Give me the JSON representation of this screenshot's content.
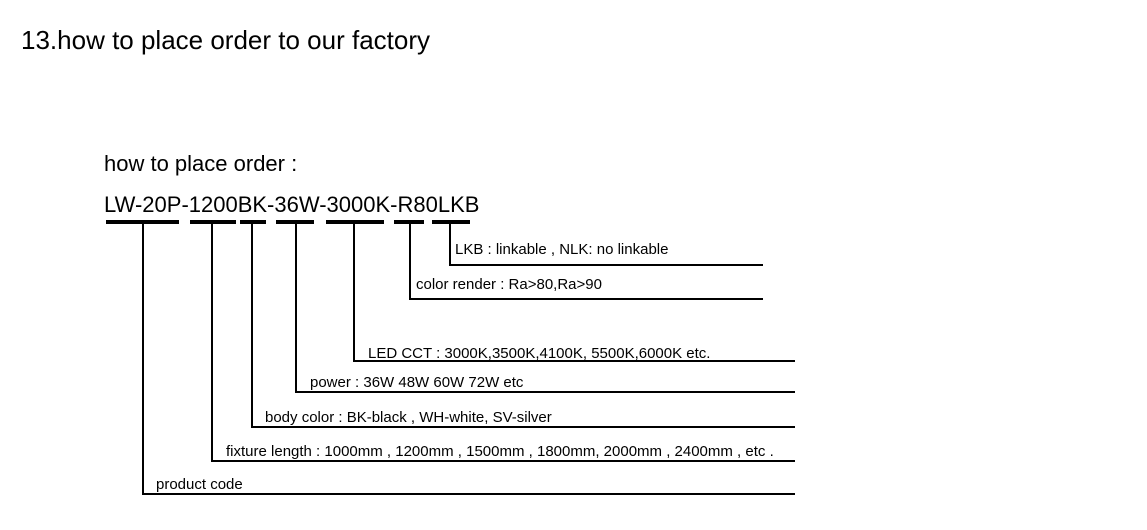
{
  "heading": "13.how to place order to our factory",
  "subtitle": "how to place order :",
  "model_code": "LW-20P-1200BK-36W-3000K-R80LKB",
  "segments": [
    {
      "name": "lkb",
      "label": "LKB : linkable , NLK:  no linkable"
    },
    {
      "name": "color-render",
      "label": "color render : Ra>80,Ra>90"
    },
    {
      "name": "led-cct",
      "label": "LED  CCT :  3000K,3500K,4100K, 5500K,6000K etc."
    },
    {
      "name": "power",
      "label": "power : 36W  48W 60W 72W etc"
    },
    {
      "name": "body-color",
      "label": "body color : BK-black , WH-white, SV-silver"
    },
    {
      "name": "fixture-length",
      "label": "fixture length :  1000mm , 1200mm , 1500mm , 1800mm, 2000mm , 2400mm , etc ."
    },
    {
      "name": "product-code",
      "label": "product code"
    }
  ]
}
